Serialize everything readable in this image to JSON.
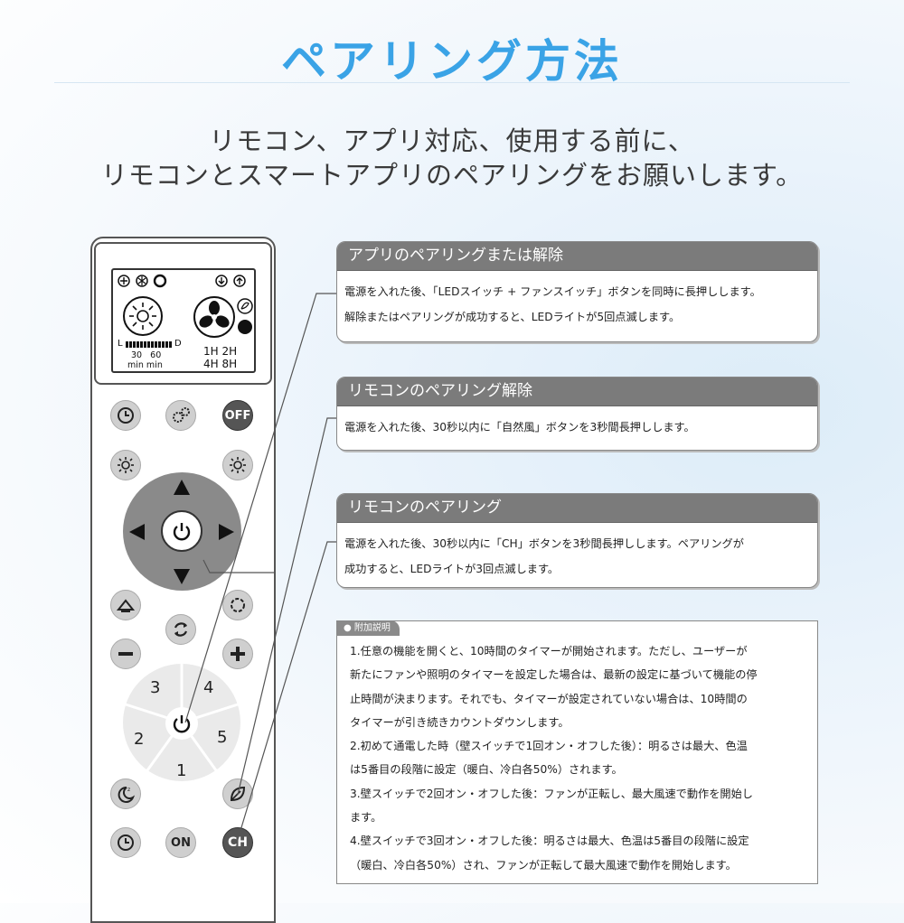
{
  "title": "ペアリング方法",
  "subtitle": {
    "line1": "リモコン、アプリ対応、使用する前に、",
    "line2": "リモコンとスマートアプリのペアリングをお願いします。"
  },
  "remote": {
    "lcd": {
      "bar_left": "L",
      "bar_right": "D",
      "timer_values": "30   60",
      "timer_units": "min min",
      "hours_row1": "1H 2H",
      "hours_row2": "4H 8H"
    },
    "buttons": {
      "off": "OFF",
      "on": "ON",
      "ch": "CH"
    },
    "wheel": {
      "n1": "1",
      "n2": "2",
      "n3": "3",
      "n4": "4",
      "n5": "5"
    }
  },
  "cards": [
    {
      "title": "アプリのペアリングまたは解除",
      "lines": [
        "電源を入れた後、「LEDスイッチ + ファンスイッチ」ボタンを同時に長押しします。",
        "解除またはペアリングが成功すると、LEDライトが5回点滅します。"
      ]
    },
    {
      "title": "リモコンのペアリング解除",
      "lines": [
        "電源を入れた後、30秒以内に「自然風」ボタンを3秒間長押しします。"
      ]
    },
    {
      "title": "リモコンのペアリング",
      "lines": [
        "電源を入れた後、30秒以内に「CH」ボタンを3秒間長押しします。ペアリングが",
        "成功すると、LEDライトが3回点滅します。"
      ]
    }
  ],
  "note": {
    "tab": "● 附加説明",
    "lines": [
      "1.任意の機能を開くと、10時間のタイマーが開始されます。ただし、ユーザーが",
      "新たにファンや照明のタイマーを設定した場合は、最新の設定に基づいて機能の停",
      "止時間が決まります。それでも、タイマーが設定されていない場合は、10時間の",
      "タイマーが引き続きカウントダウンします。",
      "2.初めて通電した時（壁スイッチで1回オン・オフした後）：明るさは最大、色温",
      "は5番目の段階に設定（暖白、冷白各50%）されます。",
      "3.壁スイッチで2回オン・オフした後：ファンが正転し、最大風速で動作を開始し",
      "ます。",
      "4.壁スイッチで3回オン・オフした後：明るさは最大、色温は5番目の段階に設定",
      "（暖白、冷白各50%）され、ファンが正転して最大風速で動作を開始します。"
    ]
  },
  "colors": {
    "title": "#3aa3e6",
    "card_header": "#7b7b7b",
    "button_light": "#cfcfcf",
    "button_dark": "#555555"
  }
}
